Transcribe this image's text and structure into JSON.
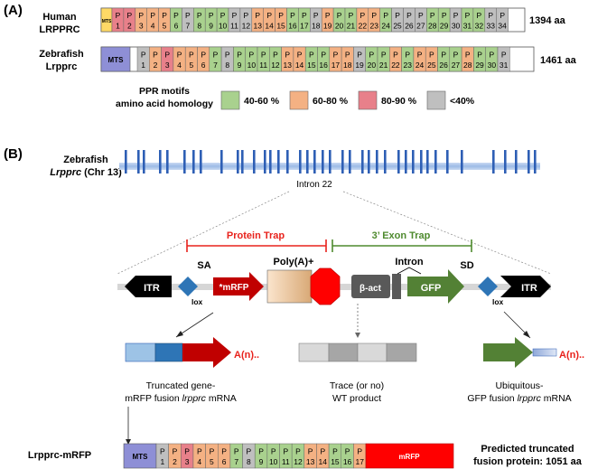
{
  "panel_a": {
    "label": "(A)",
    "human": {
      "name_line1": "Human",
      "name_line2": "LRPPRC",
      "mts": "MTS",
      "motif_prefix": "P",
      "motifs": [
        {
          "n": "1",
          "c": "pink"
        },
        {
          "n": "2",
          "c": "red"
        },
        {
          "n": "3",
          "c": "orange"
        },
        {
          "n": "4",
          "c": "orange"
        },
        {
          "n": "5",
          "c": "orange"
        },
        {
          "n": "6",
          "c": "green"
        },
        {
          "n": "7",
          "c": "gray"
        },
        {
          "n": "8",
          "c": "green"
        },
        {
          "n": "9",
          "c": "green"
        },
        {
          "n": "10",
          "c": "green"
        },
        {
          "n": "11",
          "c": "gray"
        },
        {
          "n": "12",
          "c": "gray"
        },
        {
          "n": "13",
          "c": "orange"
        },
        {
          "n": "14",
          "c": "orange"
        },
        {
          "n": "15",
          "c": "orange"
        },
        {
          "n": "16",
          "c": "green"
        },
        {
          "n": "17",
          "c": "green"
        },
        {
          "n": "18",
          "c": "gray"
        },
        {
          "n": "19",
          "c": "orange"
        },
        {
          "n": "20",
          "c": "green"
        },
        {
          "n": "21",
          "c": "green"
        },
        {
          "n": "22",
          "c": "orange"
        },
        {
          "n": "23",
          "c": "orange"
        },
        {
          "n": "24",
          "c": "green"
        },
        {
          "n": "25",
          "c": "gray"
        },
        {
          "n": "26",
          "c": "gray"
        },
        {
          "n": "27",
          "c": "gray"
        },
        {
          "n": "28",
          "c": "green"
        },
        {
          "n": "29",
          "c": "green"
        },
        {
          "n": "30",
          "c": "gray"
        },
        {
          "n": "31",
          "c": "green"
        },
        {
          "n": "32",
          "c": "green"
        },
        {
          "n": "33",
          "c": "gray"
        },
        {
          "n": "34",
          "c": "gray"
        }
      ],
      "length": "1394 aa"
    },
    "zebrafish": {
      "name_line1": "Zebrafish",
      "name_line2": "Lrpprc",
      "mts": "MTS",
      "motif_prefix": "P",
      "motifs": [
        {
          "n": "1",
          "c": "gray"
        },
        {
          "n": "2",
          "c": "orange"
        },
        {
          "n": "3",
          "c": "red"
        },
        {
          "n": "4",
          "c": "orange"
        },
        {
          "n": "5",
          "c": "orange"
        },
        {
          "n": "6",
          "c": "orange"
        },
        {
          "n": "7",
          "c": "green"
        },
        {
          "n": "8",
          "c": "gray"
        },
        {
          "n": "9",
          "c": "green"
        },
        {
          "n": "10",
          "c": "green"
        },
        {
          "n": "11",
          "c": "green"
        },
        {
          "n": "12",
          "c": "green"
        },
        {
          "n": "13",
          "c": "orange"
        },
        {
          "n": "14",
          "c": "orange"
        },
        {
          "n": "15",
          "c": "green"
        },
        {
          "n": "16",
          "c": "green"
        },
        {
          "n": "17",
          "c": "orange"
        },
        {
          "n": "18",
          "c": "orange"
        },
        {
          "n": "19",
          "c": "gray"
        },
        {
          "n": "20",
          "c": "green"
        },
        {
          "n": "21",
          "c": "green"
        },
        {
          "n": "22",
          "c": "orange"
        },
        {
          "n": "23",
          "c": "green"
        },
        {
          "n": "24",
          "c": "orange"
        },
        {
          "n": "25",
          "c": "orange"
        },
        {
          "n": "26",
          "c": "green"
        },
        {
          "n": "27",
          "c": "green"
        },
        {
          "n": "28",
          "c": "orange"
        },
        {
          "n": "29",
          "c": "green"
        },
        {
          "n": "30",
          "c": "green"
        },
        {
          "n": "31",
          "c": "gray"
        }
      ],
      "length": "1461 aa"
    },
    "legend": {
      "title_line1": "PPR motifs",
      "title_line2": "amino acid homology",
      "items": [
        {
          "label": "40-60 %",
          "c": "green"
        },
        {
          "label": "60-80 %",
          "c": "orange"
        },
        {
          "label": "80-90 %",
          "c": "red"
        },
        {
          "label": "<40%",
          "c": "gray"
        }
      ]
    }
  },
  "panel_b": {
    "label": "(B)",
    "gene_line1": "Zebrafish",
    "gene_line2_italic": "Lrpprc",
    "gene_line2_rest": " (Chr 13)",
    "intron": "Intron 22",
    "protein_trap": "Protein Trap",
    "exon_trap": "3’ Exon Trap",
    "itr": "ITR",
    "sa": "SA",
    "lox": "lox",
    "mrfp_star": "*mRFP",
    "polya": "Poly(A)+",
    "bact": "β-act",
    "intron_label": "Intron",
    "gfp": "GFP",
    "sd": "SD",
    "an": "A(n)..",
    "trunc_line1": "Truncated gene-",
    "trunc_line2_pre": "mRFP fusion ",
    "trunc_line2_italic": "lrpprc",
    "trunc_line2_post": " mRNA",
    "wt_line1": "Trace (or no)",
    "wt_line2": "WT product",
    "gfp_line1": "Ubiquitous-",
    "gfp_line2_pre": "GFP fusion ",
    "gfp_line2_italic": "lrpprc",
    "gfp_line2_post": " mRNA",
    "fusion_name": "Lrpprc-mRFP",
    "fusion_mts": "MTS",
    "fusion_motif_prefix": "P",
    "fusion_motifs": [
      {
        "n": "1",
        "c": "gray"
      },
      {
        "n": "2",
        "c": "orange"
      },
      {
        "n": "3",
        "c": "red"
      },
      {
        "n": "4",
        "c": "orange"
      },
      {
        "n": "5",
        "c": "orange"
      },
      {
        "n": "6",
        "c": "orange"
      },
      {
        "n": "7",
        "c": "green"
      },
      {
        "n": "8",
        "c": "gray"
      },
      {
        "n": "9",
        "c": "green"
      },
      {
        "n": "10",
        "c": "green"
      },
      {
        "n": "11",
        "c": "green"
      },
      {
        "n": "12",
        "c": "green"
      },
      {
        "n": "13",
        "c": "orange"
      },
      {
        "n": "14",
        "c": "orange"
      },
      {
        "n": "15",
        "c": "green"
      },
      {
        "n": "16",
        "c": "green"
      },
      {
        "n": "17",
        "c": "orange"
      }
    ],
    "fusion_mrfp": "mRFP",
    "predicted_line1": "Predicted truncated",
    "predicted_line2": "fusion protein: 1051 aa"
  },
  "colors": {
    "green": "#a9d18e",
    "orange": "#f4b183",
    "red": "#e8808a",
    "pink": "#e8808a",
    "gray": "#bfbfbf",
    "mts_human": "#ffd966",
    "mts_zf": "#8e8fd6",
    "protein_trap": "#e8221c",
    "exon_trap": "#4e8a2e",
    "exon": "#2e5fb5",
    "mrfp": "#c00000",
    "gfp": "#538135",
    "lox": "#2e75b6"
  }
}
